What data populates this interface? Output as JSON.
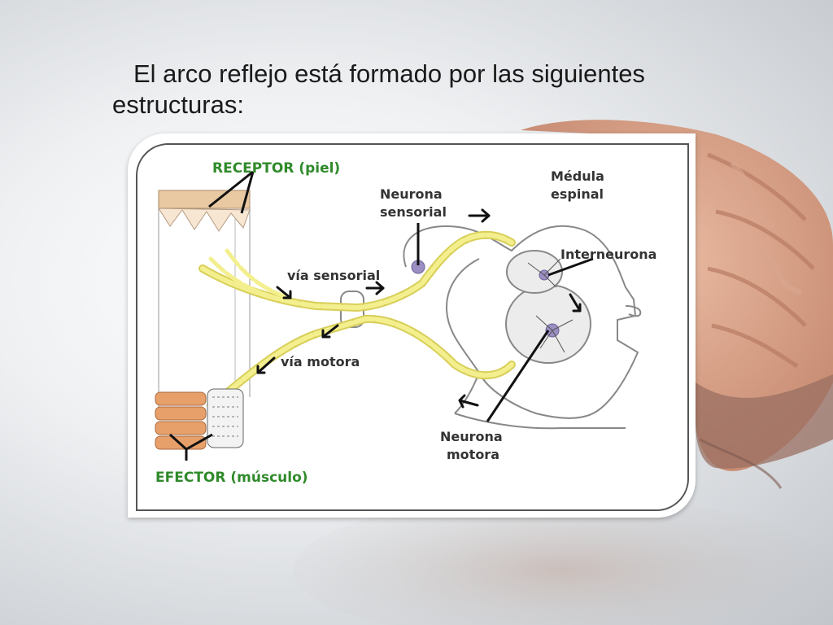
{
  "slide": {
    "title_line1": "El arco reflejo está formado por las siguientes",
    "title_line2": "estructuras:"
  },
  "diagram": {
    "receptor": "RECEPTOR (piel)",
    "neurona_sensorial_1": "Neurona",
    "neurona_sensorial_2": "sensorial",
    "medula_1": "Médula",
    "medula_2": "espinal",
    "interneurona": "Interneurona",
    "via_sensorial": "vía sensorial",
    "via_motora": "vía motora",
    "neurona_motora_1": "Neurona",
    "neurona_motora_2": "motora",
    "efector": "EFECTOR (músculo)"
  },
  "colors": {
    "label_green": "#2f8a2a",
    "label_dark": "#333333",
    "nerve_yellow": "#f4ef8e",
    "muscle_orange": "#e8a06a"
  }
}
